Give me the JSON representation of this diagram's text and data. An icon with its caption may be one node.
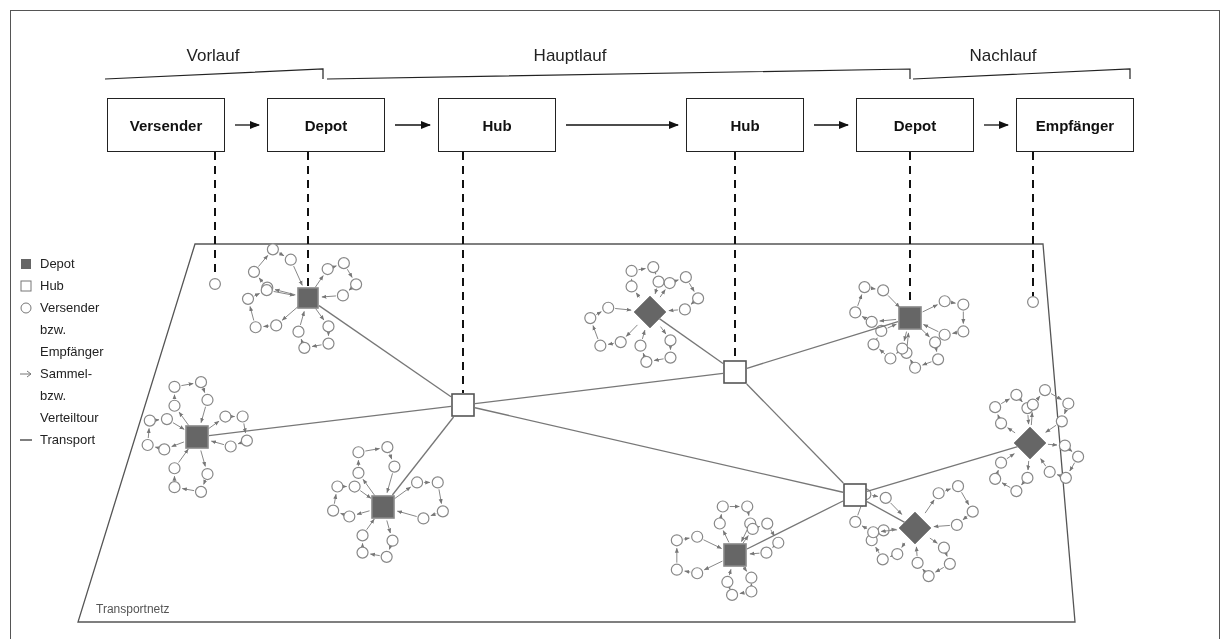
{
  "diagram": {
    "nodes": [
      {
        "text": [
          "Versender"
        ]
      },
      {
        "text": [
          "Depot"
        ]
      },
      {
        "text": [
          "Hub"
        ]
      },
      {
        "text": [
          "Hub"
        ]
      },
      {
        "text": [
          "Depot"
        ]
      },
      {
        "text": [
          "Empfänger"
        ]
      },
      {
        "text": [
          "Transportnetz"
        ]
      },
      {
        "text": [],
        "shape": "box",
        "in": 6
      },
      {
        "text": [],
        "shape": "box",
        "in": 6
      },
      {
        "text": [],
        "shape": "box",
        "in": 6
      },
      {
        "text": [],
        "shape": "box",
        "in": 6
      },
      {
        "text": [],
        "shape": "diamond",
        "in": 6
      },
      {
        "text": [],
        "shape": "box",
        "in": 6
      },
      {
        "text": [],
        "shape": "box",
        "in": 6
      },
      {
        "text": [],
        "shape": "box",
        "in": 6
      },
      {
        "text": [],
        "shape": "box",
        "in": 6
      },
      {
        "text": [],
        "shape": "diamond",
        "in": 6
      },
      {
        "text": [],
        "shape": "diamond",
        "in": 6
      },
      {
        "text": [],
        "shape": "circle",
        "in": 6
      },
      {
        "text": [],
        "shape": "circle",
        "in": 6
      }
    ],
    "edges": [
      {
        "from": 0,
        "to": 1,
        "arrow": "to"
      },
      {
        "from": 1,
        "to": 2,
        "arrow": "to"
      },
      {
        "from": 2,
        "to": 3,
        "arrow": "to"
      },
      {
        "from": 3,
        "to": 4,
        "arrow": "to"
      },
      {
        "from": 4,
        "to": 5,
        "arrow": "to"
      },
      {
        "from": 0,
        "to": 18,
        "arrow": "none",
        "style": "dashed"
      },
      {
        "from": 1,
        "to": 8,
        "arrow": "none",
        "style": "dashed"
      },
      {
        "from": 2,
        "to": 10,
        "arrow": "none",
        "style": "dashed"
      },
      {
        "from": 3,
        "to": 12,
        "arrow": "none",
        "style": "dashed"
      },
      {
        "from": 4,
        "to": 15,
        "arrow": "none",
        "style": "dashed"
      },
      {
        "from": 5,
        "to": 19,
        "arrow": "none",
        "style": "dashed"
      },
      {
        "from": 8,
        "to": 10,
        "arrow": "none",
        "color": "#777777"
      },
      {
        "from": 7,
        "to": 10,
        "arrow": "none",
        "color": "#777777"
      },
      {
        "from": 9,
        "to": 10,
        "arrow": "none",
        "color": "#777777"
      },
      {
        "from": 10,
        "to": 12,
        "arrow": "none",
        "color": "#777777"
      },
      {
        "from": 10,
        "to": 14,
        "arrow": "none",
        "color": "#777777"
      },
      {
        "from": 11,
        "to": 12,
        "arrow": "none",
        "color": "#777777"
      },
      {
        "from": 12,
        "to": 15,
        "arrow": "none",
        "color": "#777777"
      },
      {
        "from": 12,
        "to": 14,
        "arrow": "none",
        "color": "#777777"
      },
      {
        "from": 14,
        "to": 17,
        "arrow": "none",
        "color": "#777777"
      },
      {
        "from": 14,
        "to": 13,
        "arrow": "none",
        "color": "#777777"
      },
      {
        "from": 14,
        "to": 16,
        "arrow": "none",
        "color": "#777777"
      }
    ],
    "labels": [
      "Vorlauf",
      "Hauptlauf",
      "Nachlauf"
    ],
    "legend": [
      {
        "text": "Depot",
        "color": "#666666"
      },
      {
        "text": "Hub"
      },
      {
        "text": "Versender bzw. Empfänger"
      },
      {
        "text": "Sammel- bzw. Verteiltour"
      },
      {
        "text": "Transport"
      }
    ]
  }
}
